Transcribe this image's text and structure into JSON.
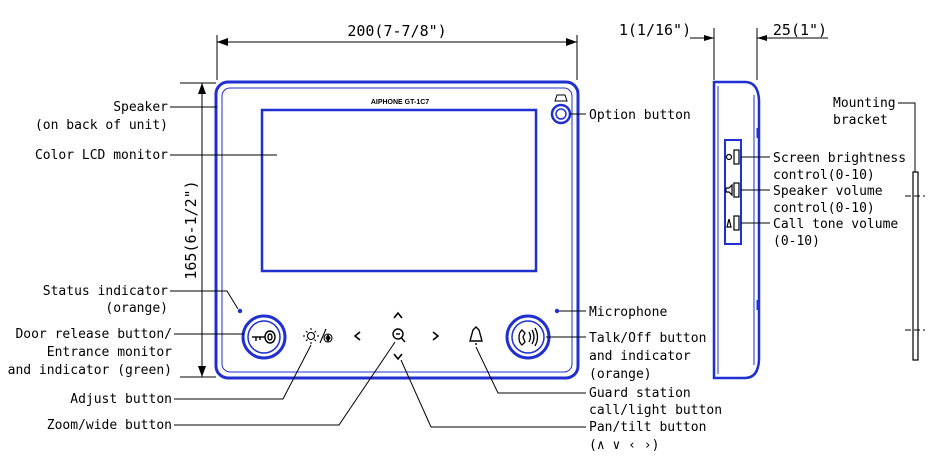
{
  "brand": "AIPHONE GT-1C7",
  "dimensions": {
    "front_width": "200(7-7/8\")",
    "front_height": "165(6-1/2\")",
    "side_depth_small": "1(1/16\")",
    "side_depth": "25(1\")"
  },
  "labels": {
    "speaker": [
      "Speaker",
      "(on back of unit)"
    ],
    "lcd": [
      "Color LCD monitor"
    ],
    "status": [
      "Status indicator",
      "(orange)"
    ],
    "door_release": [
      "Door release button/",
      "Entrance monitor",
      "and indicator (green)"
    ],
    "adjust": [
      "Adjust button"
    ],
    "zoom": [
      "Zoom/wide button"
    ],
    "option": [
      "Option button"
    ],
    "microphone": [
      "Microphone"
    ],
    "talk": [
      "Talk/Off button",
      "and indicator",
      "(orange)"
    ],
    "guard": [
      "Guard station",
      "call/light button"
    ],
    "pan_tilt": [
      "Pan/tilt button"
    ],
    "pan_tilt_symbols": "(∧ ∨ ‹ ›)",
    "brightness": [
      "Screen brightness",
      "control(0-10)"
    ],
    "speaker_volume": [
      "Speaker volume",
      "control(0-10)"
    ],
    "call_tone": [
      "Call tone volume",
      "(0-10)"
    ],
    "bracket": [
      "Mounting",
      "bracket"
    ]
  },
  "colors": {
    "device_outline": "#1f2fd0",
    "leader_lines": "#000000"
  },
  "icons": [
    "key-icon",
    "talk-icon",
    "adjust-icon",
    "zoom-icon",
    "bell-icon",
    "chevron-up-icon",
    "chevron-down-icon",
    "chevron-left-icon",
    "chevron-right-icon",
    "option-icon"
  ]
}
